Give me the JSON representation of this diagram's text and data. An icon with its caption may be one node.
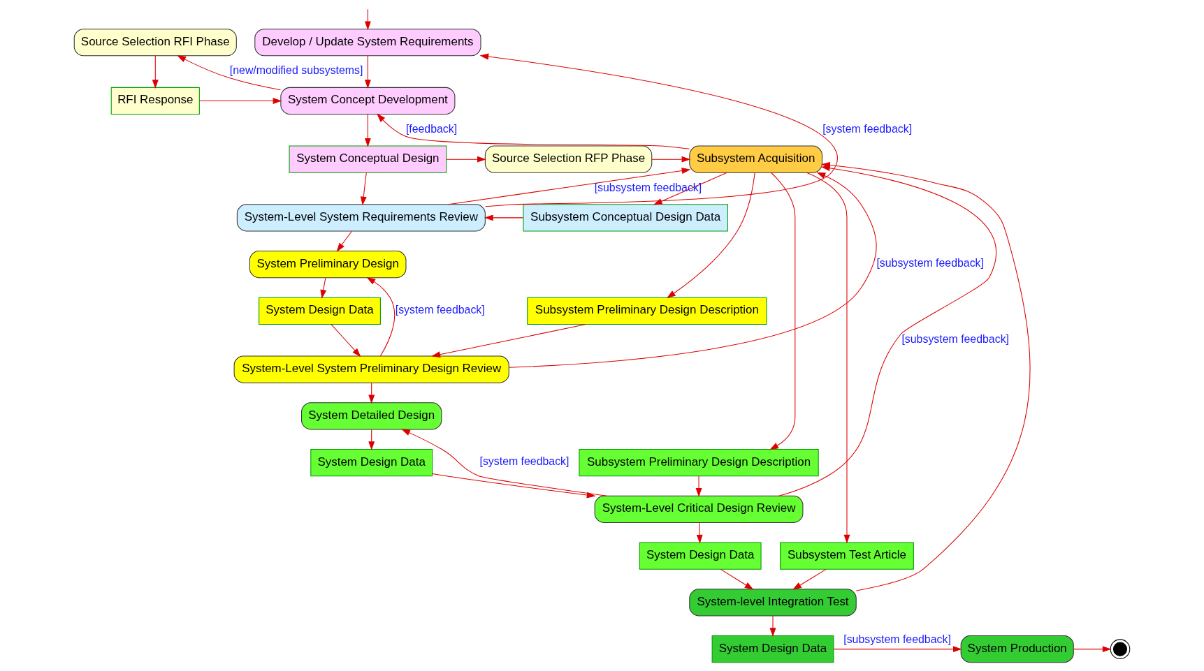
{
  "diagram": {
    "nodes": [
      {
        "text": [
          "Develop / Update System Requirements"
        ]
      },
      {
        "text": [
          "Source Selection RFI Phase"
        ]
      },
      {
        "text": [
          "System Concept Development"
        ]
      },
      {
        "text": [
          "RFI Response"
        ]
      },
      {
        "text": [
          "System Conceptual Design"
        ]
      },
      {
        "text": [
          "Source Selection RFP Phase"
        ]
      },
      {
        "text": [
          "Subsystem Acquisition"
        ]
      },
      {
        "text": [
          "System-Level System Requirements Review"
        ]
      },
      {
        "text": [
          "Subsystem Conceptual Design Data"
        ]
      },
      {
        "text": [
          "System Preliminary Design"
        ]
      },
      {
        "text": [
          "System Design Data"
        ]
      },
      {
        "text": [
          "Subsystem Preliminary Design Description"
        ]
      },
      {
        "text": [
          "System-Level System Preliminary Design Review"
        ]
      },
      {
        "text": [
          "System Detailed Design"
        ]
      },
      {
        "text": [
          "System Design Data"
        ]
      },
      {
        "text": [
          "Subsystem Preliminary Design Description"
        ]
      },
      {
        "text": [
          "System-Level Critical Design Review"
        ]
      },
      {
        "text": [
          "System Design Data"
        ]
      },
      {
        "text": [
          "Subsystem Test Article"
        ]
      },
      {
        "text": [
          "System-level Integration Test"
        ]
      },
      {
        "text": [
          "System Design Data"
        ]
      },
      {
        "text": [
          "System Production"
        ]
      },
      {
        "text": [],
        "shape": "circle"
      }
    ],
    "edges": [
      {
        "from": null,
        "to": 0,
        "arrow": "to"
      },
      {
        "from": 0,
        "to": 2,
        "arrow": "to"
      },
      {
        "from": 2,
        "to": 1,
        "arrow": "to",
        "label": "[new/modified subsystems]"
      },
      {
        "from": 1,
        "to": 3,
        "arrow": "to"
      },
      {
        "from": 3,
        "to": 2,
        "arrow": "to"
      },
      {
        "from": 6,
        "to": 2,
        "arrow": "to",
        "label": "[feedback]"
      },
      {
        "from": 2,
        "to": 4,
        "arrow": "to"
      },
      {
        "from": 4,
        "to": 5,
        "arrow": "to"
      },
      {
        "from": 5,
        "to": 6,
        "arrow": "to"
      },
      {
        "from": 4,
        "to": 7,
        "arrow": "to"
      },
      {
        "from": 6,
        "to": 8,
        "arrow": "to"
      },
      {
        "from": 8,
        "to": 7,
        "arrow": "to"
      },
      {
        "from": 7,
        "to": 0,
        "arrow": "to",
        "label": "[system feedback]"
      },
      {
        "from": 7,
        "to": 6,
        "arrow": "to",
        "label": "[subsystem feedback]"
      },
      {
        "from": 7,
        "to": 9,
        "arrow": "to"
      },
      {
        "from": 9,
        "to": 10,
        "arrow": "to"
      },
      {
        "from": 10,
        "to": 12,
        "arrow": "to"
      },
      {
        "from": 6,
        "to": 11,
        "arrow": "to"
      },
      {
        "from": 11,
        "to": 12,
        "arrow": "to"
      },
      {
        "from": 12,
        "to": 9,
        "arrow": "to",
        "label": "[system feedback]"
      },
      {
        "from": 12,
        "to": 6,
        "arrow": "to",
        "label": "[subsystem feedback]"
      },
      {
        "from": 12,
        "to": 13,
        "arrow": "to"
      },
      {
        "from": 13,
        "to": 14,
        "arrow": "to"
      },
      {
        "from": 14,
        "to": 16,
        "arrow": "to"
      },
      {
        "from": 6,
        "to": 15,
        "arrow": "to"
      },
      {
        "from": 15,
        "to": 16,
        "arrow": "to"
      },
      {
        "from": 16,
        "to": 13,
        "arrow": "to",
        "label": "[system feedback]"
      },
      {
        "from": 16,
        "to": 6,
        "arrow": "to",
        "label": "[subsystem feedback]"
      },
      {
        "from": 16,
        "to": 17,
        "arrow": "to"
      },
      {
        "from": 6,
        "to": 18,
        "arrow": "to"
      },
      {
        "from": 17,
        "to": 19,
        "arrow": "to"
      },
      {
        "from": 18,
        "to": 19,
        "arrow": "to"
      },
      {
        "from": 19,
        "to": 6,
        "arrow": "to"
      },
      {
        "from": 19,
        "to": 20,
        "arrow": "to"
      },
      {
        "from": 20,
        "to": 21,
        "arrow": "to",
        "label": "[subsystem feedback]"
      },
      {
        "from": 21,
        "to": 22,
        "arrow": "to"
      }
    ]
  }
}
